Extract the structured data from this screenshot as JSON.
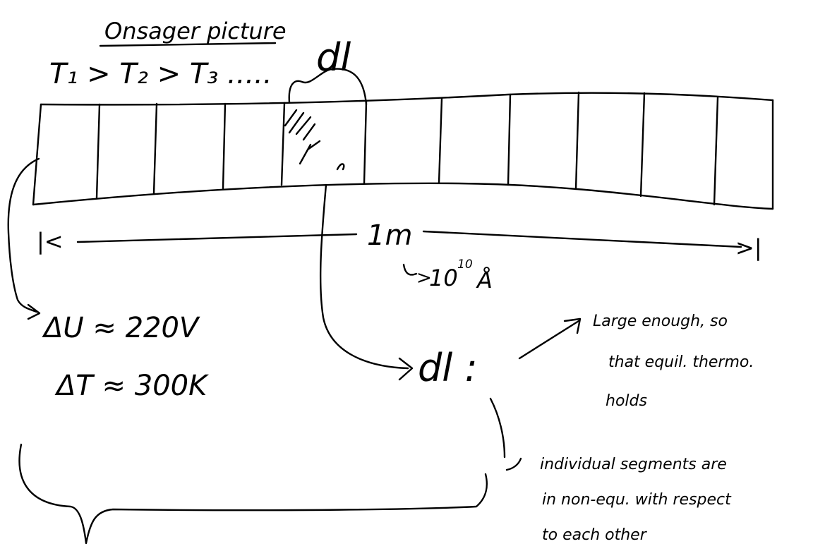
{
  "title": "Onsager picture",
  "temperature_order": "T₁ > T₂ > T₃ .....",
  "segment_label": "dl",
  "length_marker": {
    "left_end": "|<",
    "label": "1m",
    "right_end": ">|",
    "scale_base": "10",
    "scale_exponent": "10",
    "scale_unit": "Å"
  },
  "boundary_values": {
    "voltage": "ΔU ≈ 220V",
    "temperature": "ΔT ≈ 300K"
  },
  "dl_callout": {
    "symbol": "dl :",
    "condition_1": [
      "Large enough, so",
      "that equil. thermo.",
      "holds"
    ],
    "condition_2": [
      "individual segments are",
      "in non-equ. with respect",
      "to each other"
    ]
  }
}
